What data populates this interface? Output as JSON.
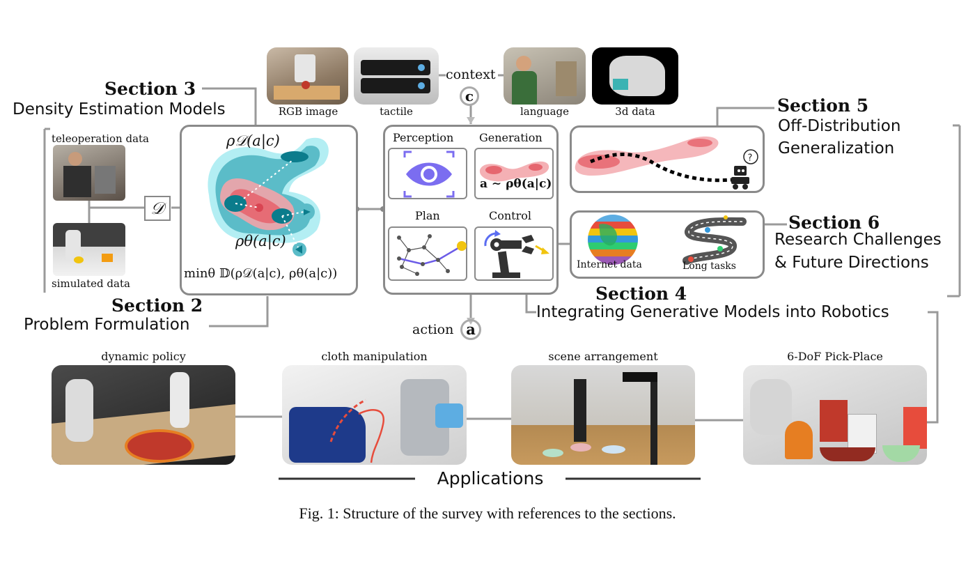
{
  "sections": {
    "s2": {
      "title": "Section 2",
      "desc": "Problem Formulation"
    },
    "s3": {
      "title": "Section 3",
      "desc": "Density Estimation Models"
    },
    "s4": {
      "title": "Section 4",
      "desc": "Integrating Generative Models into Robotics"
    },
    "s5": {
      "title": "Section 5",
      "desc1": "Off-Distribution",
      "desc2": "Generalization"
    },
    "s6": {
      "title": "Section 6",
      "desc1": "Research Challenges",
      "desc2": "& Future Directions"
    }
  },
  "context": {
    "label": "context",
    "symbol": "c",
    "inputs": [
      "RGB image",
      "tactile",
      "language",
      "3d data"
    ]
  },
  "data": {
    "teleop": "teleoperation data",
    "sim": "simulated data",
    "symbol": "𝒟"
  },
  "density": {
    "rho_d": "ρ𝒟(a|c)",
    "rho_theta": "ρθ(a|c)",
    "objective": "minθ 𝔻(ρ𝒟(a|c), ρθ(a|c))"
  },
  "modules": {
    "perception": "Perception",
    "generation": "Generation",
    "gen_formula": "a ∼ ρθ(a|c)",
    "plan": "Plan",
    "control": "Control"
  },
  "future": {
    "internet": "Internet data",
    "long": "Long tasks"
  },
  "action": {
    "label": "action",
    "symbol": "a"
  },
  "applications": {
    "title": "Applications",
    "items": [
      "dynamic policy",
      "cloth manipulation",
      "scene arrangement",
      "6-DoF Pick-Place"
    ]
  },
  "caption": "Fig. 1: Structure of the survey with references to the sections."
}
